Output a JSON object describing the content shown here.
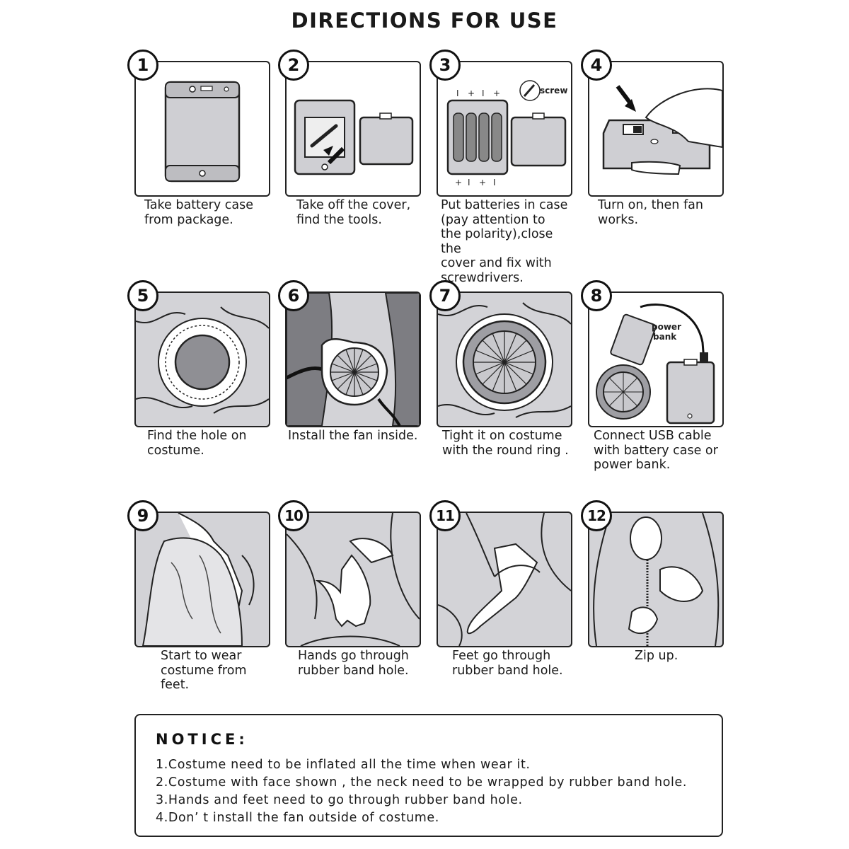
{
  "title": "DIRECTIONS FOR USE",
  "steps": [
    {
      "number": "1",
      "caption": "Take battery case\nfrom package."
    },
    {
      "number": "2",
      "caption": "Take off the cover,\nfind the tools."
    },
    {
      "number": "3",
      "caption": "Put batteries in case\n(pay attention to\nthe polarity),close the\ncover and fix with\nscrewdrivers.",
      "labels": {
        "screw": "screw",
        "plus": "+",
        "minus": "I"
      }
    },
    {
      "number": "4",
      "caption": "Turn on, then fan\n works."
    },
    {
      "number": "5",
      "caption": "Find the hole on\ncostume."
    },
    {
      "number": "6",
      "caption": "Install the fan inside."
    },
    {
      "number": "7",
      "caption": "Tight it on costume\nwith the round ring ."
    },
    {
      "number": "8",
      "caption": "Connect USB cable\nwith battery case or\n power bank.",
      "labels": {
        "power": "power",
        "bank": "bank"
      }
    },
    {
      "number": "9",
      "caption": "Start to wear\ncostume from\nfeet."
    },
    {
      "number": "10",
      "caption": "Hands go through\nrubber band hole."
    },
    {
      "number": "11",
      "caption": "Feet go through\nrubber band hole."
    },
    {
      "number": "12",
      "caption": "Zip up."
    }
  ],
  "notice": {
    "title": "NOTICE:",
    "lines": [
      "1.Costume need to be inflated all the time when wear it.",
      "2.Costume with face shown , the neck need to be wrapped by rubber band hole.",
      "3.Hands and feet need to go through rubber band hole.",
      "4.Don’ t install the fan outside of costume."
    ]
  },
  "colors": {
    "panel_fill": "#d3d3d7",
    "ink": "#1a1a1a",
    "device_gray": "#a9a9ad"
  }
}
